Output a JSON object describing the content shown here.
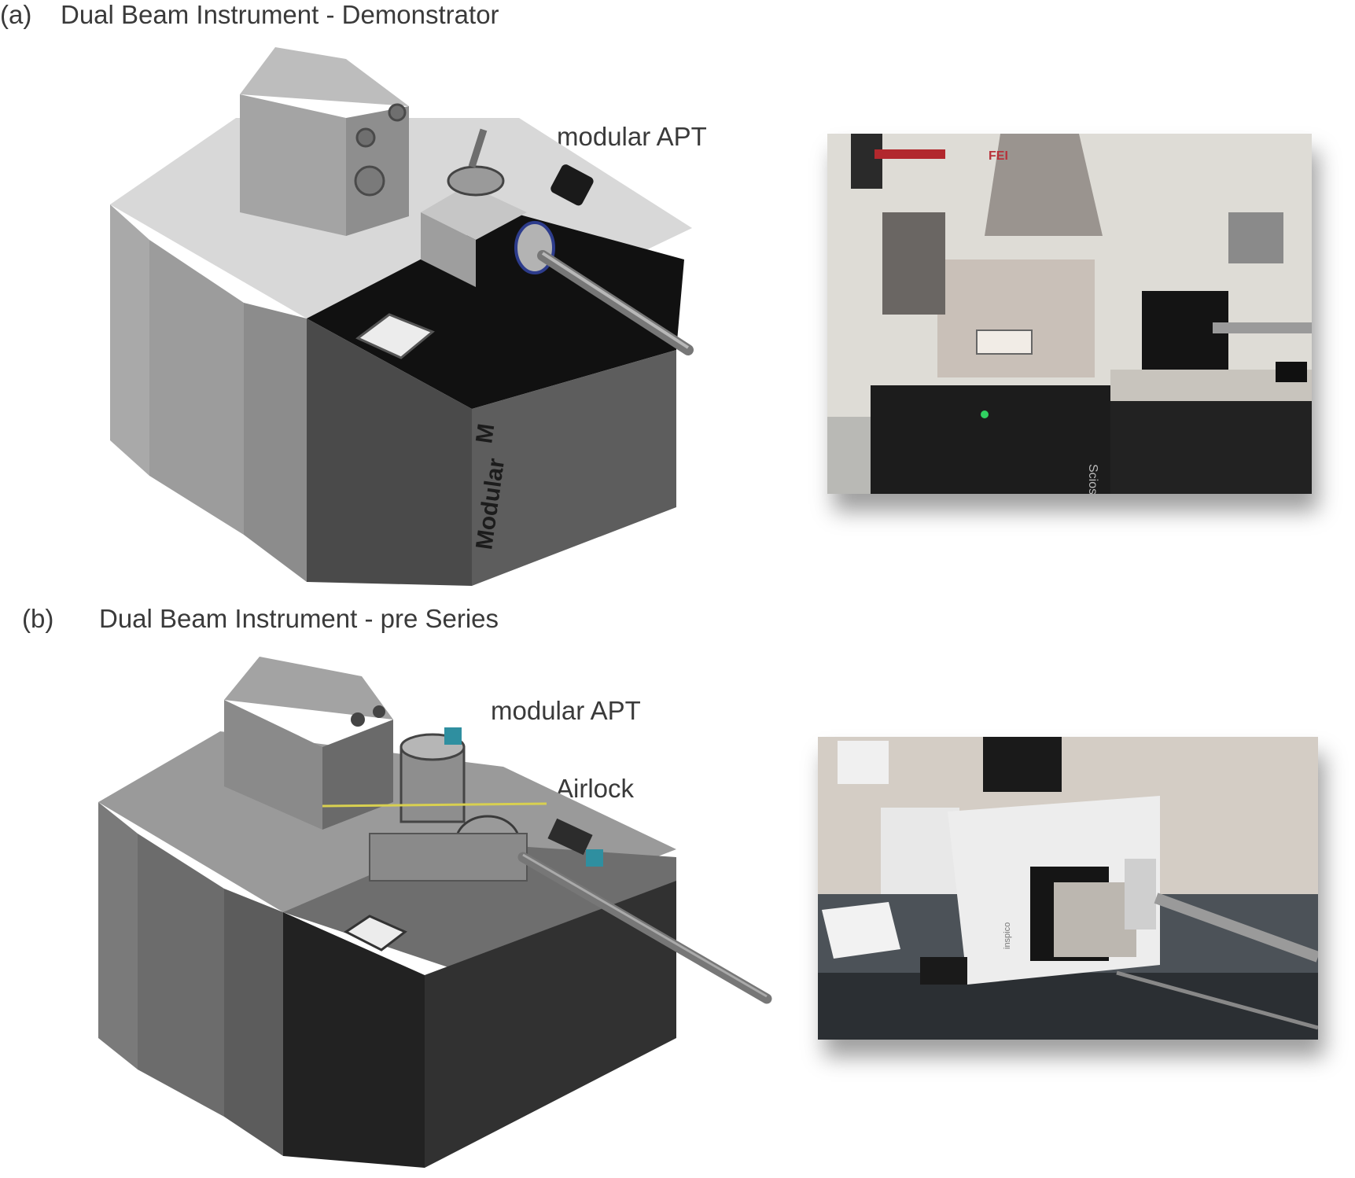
{
  "panels": [
    {
      "letter": "(a)",
      "title": "Dual Beam Instrument - Demonstrator",
      "callouts": [
        "modular APT"
      ],
      "cad_marks": [
        "Modular",
        "M"
      ],
      "photo_marks": [
        "FEI",
        "Scios"
      ]
    },
    {
      "letter": "(b)",
      "title": "Dual Beam Instrument - pre Series",
      "callouts": [
        "modular APT",
        "Airlock"
      ],
      "photo_marks": [
        "inspico"
      ]
    }
  ]
}
